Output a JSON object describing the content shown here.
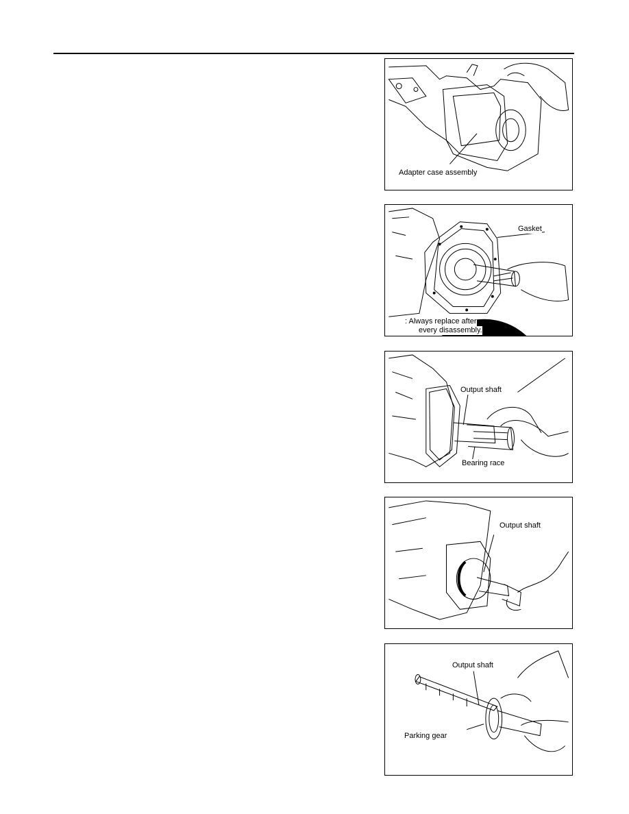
{
  "figures": [
    {
      "labels": {
        "adapter": "Adapter case assembly"
      }
    },
    {
      "labels": {
        "gasket": "Gasket",
        "note_line1": ": Always replace after",
        "note_line2": "every disassembly."
      },
      "icons": [
        "replace-icon"
      ]
    },
    {
      "labels": {
        "output_shaft": "Output shaft",
        "bearing_race": "Bearing race"
      }
    },
    {
      "labels": {
        "output_shaft": "Output shaft"
      }
    },
    {
      "labels": {
        "output_shaft": "Output shaft",
        "parking_gear": "Parking gear"
      }
    }
  ]
}
